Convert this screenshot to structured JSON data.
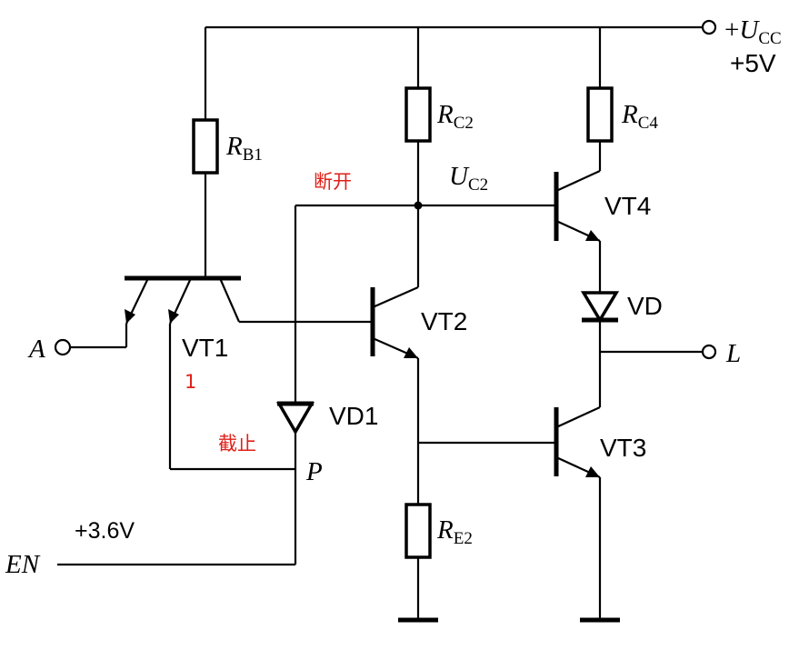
{
  "labels": {
    "vcc_main": "U",
    "vcc_sub": "CC",
    "vcc_plus": "+",
    "vcc_value": "+5V",
    "rb1_main": "R",
    "rb1_sub": "B1",
    "rc2_main": "R",
    "rc2_sub": "C2",
    "rc4_main": "R",
    "rc4_sub": "C4",
    "re2_main": "R",
    "re2_sub": "E2",
    "uc2_main": "U",
    "uc2_sub": "C2",
    "vt1": "VT1",
    "vt2": "VT2",
    "vt3": "VT3",
    "vt4": "VT4",
    "vd": "VD",
    "vd1": "VD1",
    "input_a": "A",
    "output_l": "L",
    "en": "EN",
    "node_p": "P",
    "en_voltage": "+3.6V"
  },
  "annotations": {
    "open": "断开",
    "cutoff": "截止",
    "logic_one": "1"
  },
  "colors": {
    "wire": "#000000",
    "annotation": "#e0201a",
    "background": "#ffffff"
  }
}
